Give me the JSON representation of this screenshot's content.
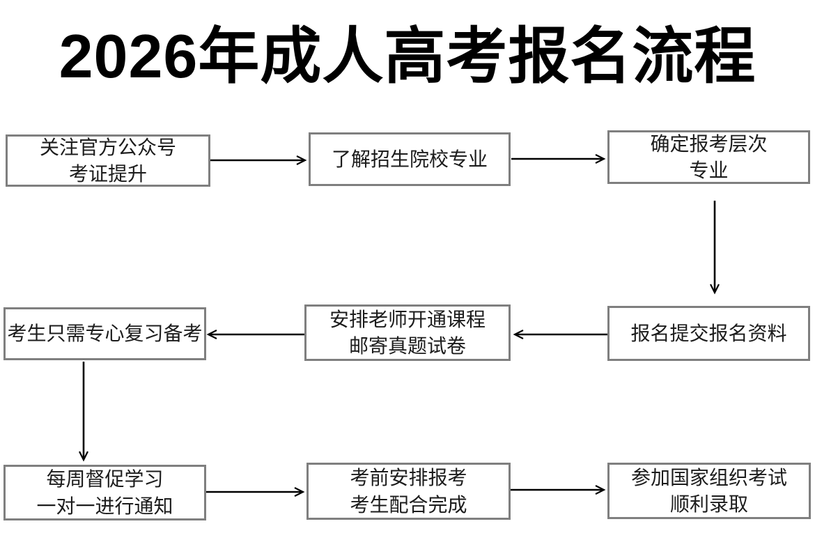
{
  "title": "2026年成人高考报名流程",
  "flow": {
    "nodes": [
      {
        "lines": [
          "关注官方公众号",
          "考证提升"
        ]
      },
      {
        "lines": [
          "了解招生院校专业"
        ]
      },
      {
        "lines": [
          "确定报考层次",
          "专业"
        ]
      },
      {
        "lines": [
          "报名提交报名资料"
        ]
      },
      {
        "lines": [
          "安排老师开通课程",
          "邮寄真题试卷"
        ]
      },
      {
        "lines": [
          "考生只需专心复习备考"
        ]
      },
      {
        "lines": [
          "每周督促学习",
          "一对一进行通知"
        ]
      },
      {
        "lines": [
          "考前安排报考",
          "考生配合完成"
        ]
      },
      {
        "lines": [
          "参加国家组织考试",
          "顺利录取"
        ]
      }
    ]
  },
  "colors": {
    "background": "#ffffff",
    "box_border": "#7f7f7f",
    "box_text": "#1c1c1c",
    "arrow": "#000000",
    "title_text": "#000000"
  }
}
